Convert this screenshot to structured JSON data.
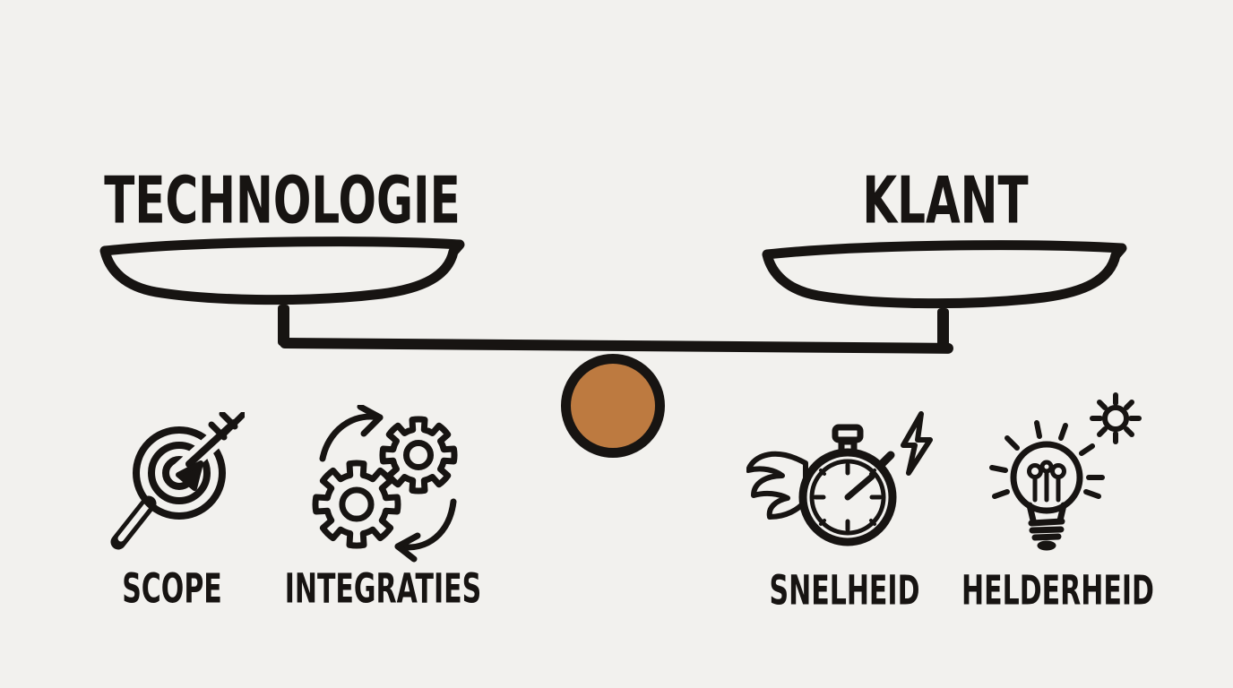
{
  "colors": {
    "background": "#f2f1ee",
    "ink": "#171412",
    "fulcrum_ball": "#bd7a40"
  },
  "balance": {
    "left": {
      "title": "TECHNOLOGIE"
    },
    "right": {
      "title": "KLANT"
    }
  },
  "factors": {
    "left": [
      {
        "label": "SCOPE",
        "icon": "target-arrow-icon"
      },
      {
        "label": "INTEGRATIES",
        "icon": "gears-sync-icon"
      }
    ],
    "right": [
      {
        "label": "SNELHEID",
        "icon": "winged-stopwatch-icon"
      },
      {
        "label": "HELDERHEID",
        "icon": "lightbulb-sun-icon"
      }
    ]
  }
}
